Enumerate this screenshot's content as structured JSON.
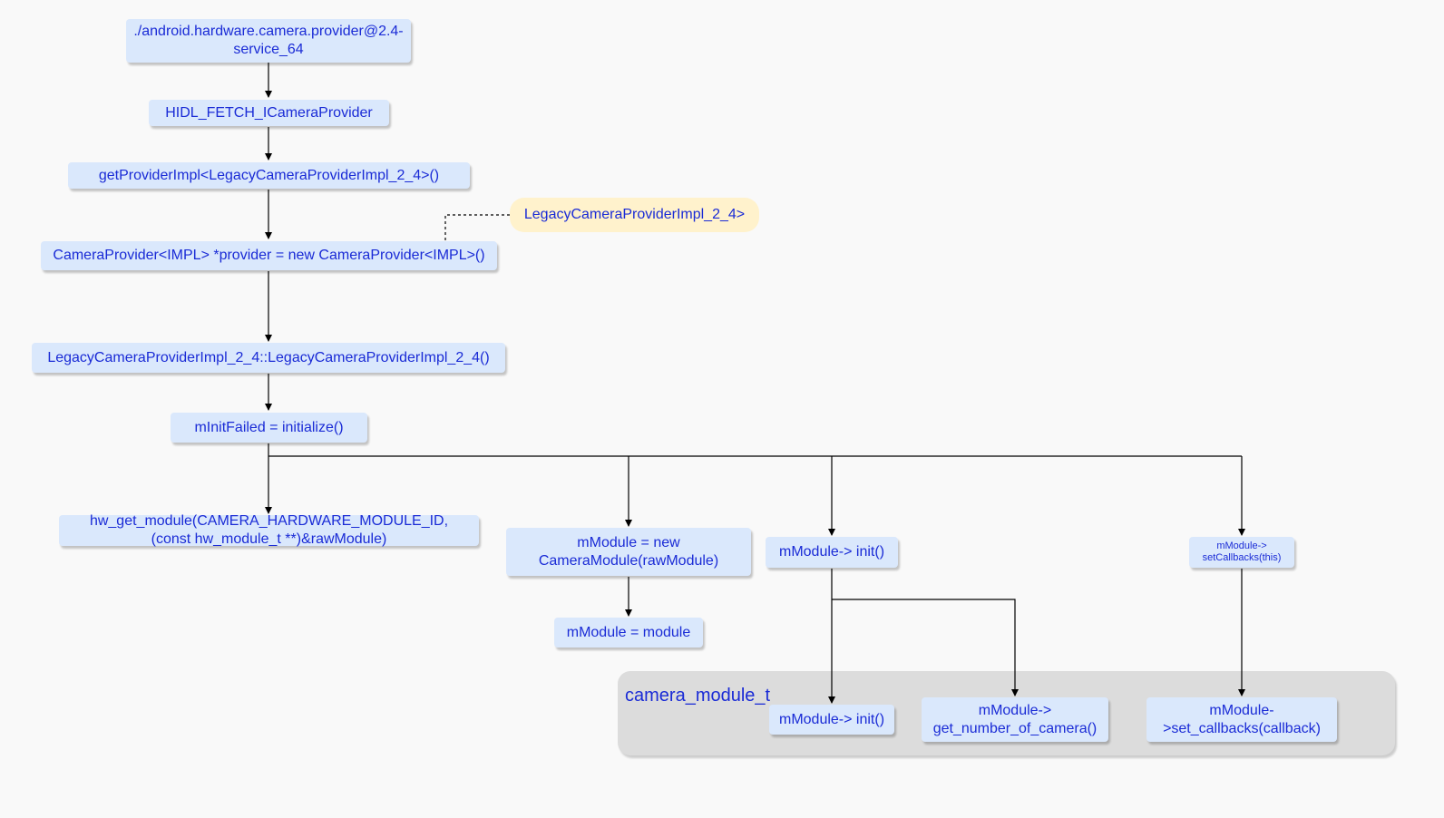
{
  "nodes": {
    "service": "./android.hardware.camera.provider@2.4-\nservice_64",
    "hidl_fetch": "HIDL_FETCH_ICameraProvider",
    "get_provider_impl": "getProviderImpl<LegacyCameraProviderImpl_2_4>()",
    "new_provider": "CameraProvider<IMPL> *provider = new CameraProvider<IMPL>()",
    "legacy_ctor": "LegacyCameraProviderImpl_2_4::LegacyCameraProviderImpl_2_4()",
    "init_failed": "mInitFailed = initialize()",
    "hw_get_module": "hw_get_module(CAMERA_HARDWARE_MODULE_ID,\n(const hw_module_t **)&rawModule)",
    "new_camera_module": "mModule = new\nCameraModule(rawModule)",
    "module_assign": "mModule = module",
    "module_init": "mModule-> init()",
    "set_callbacks": "mModule->\nsetCallbacks(this)",
    "cm_init": "mModule-> init()",
    "cm_get_number": "mModule->\nget_number_of_camera()",
    "cm_set_callbacks": "mModule-\n>set_callbacks(callback)"
  },
  "note": "LegacyCameraProviderImpl_2_4>",
  "group": {
    "label": "camera_module_t"
  },
  "colors": {
    "node_fill": "#dae8fc",
    "node_text": "#1a2bd6",
    "note_fill": "#fff2cc",
    "group_fill": "#dcdcdc",
    "edge": "#000000"
  }
}
